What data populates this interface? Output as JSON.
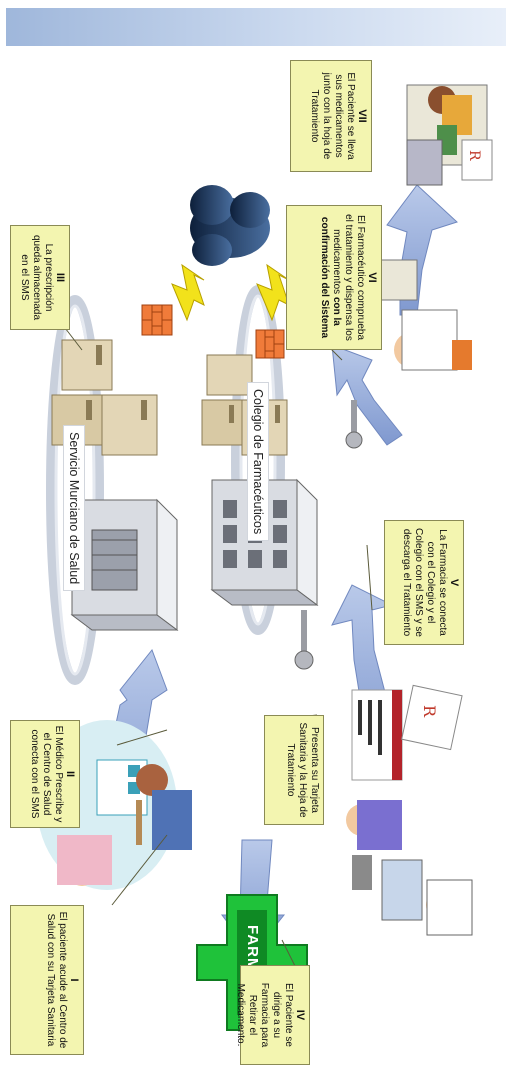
{
  "labels": {
    "s1_num": "I",
    "s1_text": "El paciente acude al Centro de Salud con su Tarjeta Sanitaria",
    "s2_num": "II",
    "s2_text": "El Médico Prescribe y el Centro de Salud conecta con el SMS",
    "s3_num": "III",
    "s3_text": "La prescripción queda almacenada en el SMS",
    "s4_num": "IV",
    "s4_text": "El Paciente se dirige a su Farmacia para Retirar el Medicamento.",
    "s5_text": "Presenta su Tarjeta Sanitaria y la Hoja de Tratamiento",
    "s6_num": "V",
    "s6_text": "La Farmacia se conecta con el Colegio y el Colegio con el SMS y se descarga el Tratamiento",
    "s7_num": "VI",
    "s7_text_a": "El Farmacéutico comprueba el tratamiento y dispensa los medicamentos",
    "s7_text_b": "con la confirmación del Sistema",
    "s8_num": "VII",
    "s8_text": "El Paciente se lleva sus medicamentos junto con la hoja de Tratamiento",
    "sms": "Servicio Murciano de Salud",
    "colegio": "Colegio de Farmacéuticos",
    "farmacia": "FARMACIA"
  },
  "colors": {
    "callout": "#f3f5b0",
    "arrow": "#8ea6d6",
    "banner": "#a7bde0",
    "farmacia_cross": "#1fc23a"
  }
}
